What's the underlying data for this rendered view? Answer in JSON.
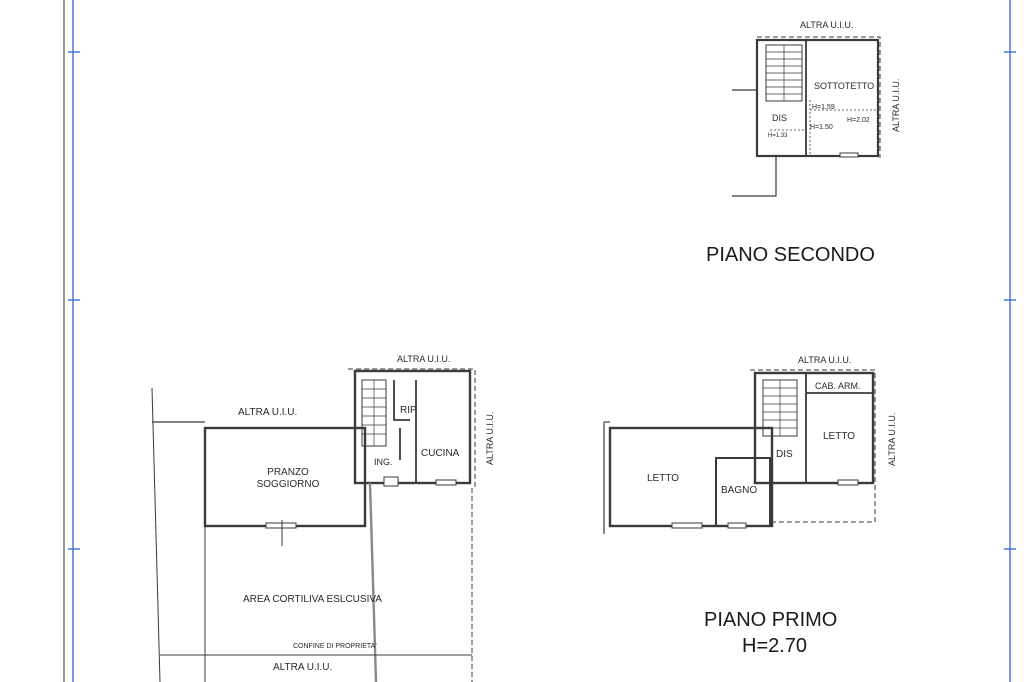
{
  "piano_secondo": {
    "title": "PIANO SECONDO",
    "altra_uiu_top": "ALTRA U.I.U.",
    "altra_uiu_side": "ALTRA U.I.U.",
    "room_sottotetto": "SOTTOTETTO",
    "room_dis": "DIS",
    "h_159": "H=1.59",
    "h_150": "H=1.50",
    "h_133": "H=1.33",
    "h_202": "H=2.02"
  },
  "piano_terra": {
    "altra_uiu_top": "ALTRA U.I.U.",
    "altra_uiu_left": "ALTRA U.I.U.",
    "altra_uiu_side": "ALTRA U.I.U.",
    "altra_uiu_bottom": "ALTRA U.I.U.",
    "room_rip": "RIP",
    "room_cucina": "CUCINA",
    "room_ing": "ING.",
    "room_pranzo_1": "PRANZO",
    "room_pranzo_2": "SOGGIORNO",
    "area_cortiliva": "AREA CORTILIVA ESLCUSIVA",
    "confine": "CONFINE DI PROPRIETA'"
  },
  "piano_primo": {
    "title": "PIANO PRIMO",
    "height": "H=2.70",
    "altra_uiu_top": "ALTRA U.I.U.",
    "altra_uiu_side": "ALTRA U.I.U.",
    "room_cab_arm": "CAB. ARM.",
    "room_letto_right": "LETTO",
    "room_letto_left": "LETTO",
    "room_dis": "DIS",
    "room_bagno": "BAGNO"
  },
  "colors": {
    "margin_line": "#3a6fd8",
    "wall": "#3a3a3a"
  }
}
